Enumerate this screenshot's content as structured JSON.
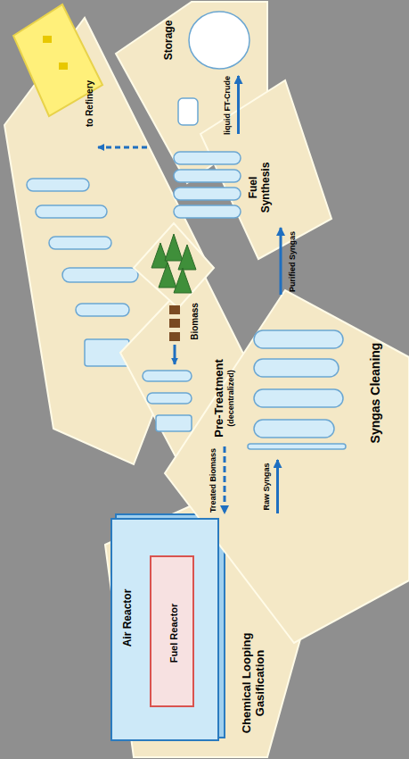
{
  "diagram": {
    "nodes": [
      {
        "text": [
          "Pre-Treatment",
          "(decentralized)"
        ]
      },
      {
        "text": [
          "Chemical Looping Gasification"
        ]
      },
      {
        "text": [
          "Air Reactor"
        ],
        "in": 1
      },
      {
        "text": [
          "Fuel Reactor"
        ],
        "in": 2
      },
      {
        "text": [
          "Syngas Cleaning"
        ]
      },
      {
        "text": [
          "Fuel Synthesis"
        ]
      },
      {
        "text": [
          "Storage"
        ]
      }
    ],
    "edges": [
      {
        "from": 0,
        "to": 1,
        "label": "Treated Biomass",
        "arrow": "to"
      },
      {
        "from": 1,
        "to": 4,
        "label": "Raw Syngas",
        "arrow": "to"
      },
      {
        "from": 4,
        "to": 5,
        "label": "Purified Syngas",
        "arrow": "to"
      },
      {
        "from": 5,
        "to": 6,
        "label": "liquid FT-Crude",
        "arrow": "to"
      }
    ],
    "labels": [
      "Biomass",
      "to Refinery"
    ]
  }
}
